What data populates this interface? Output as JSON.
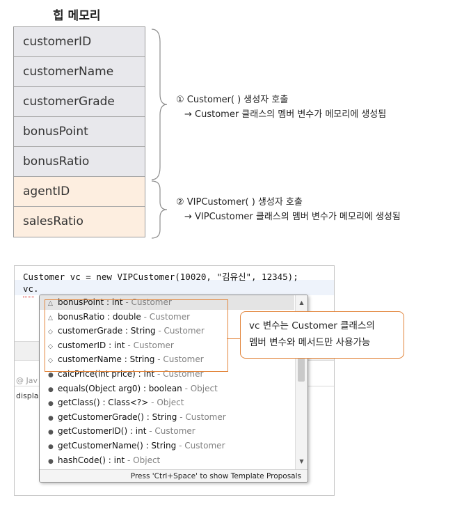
{
  "heap": {
    "title": "힙 메모리",
    "parent_fields": [
      "customerID",
      "customerName",
      "customerGrade",
      "bonusPoint",
      "bonusRatio"
    ],
    "child_fields": [
      "agentID",
      "salesRatio"
    ],
    "parent_note": {
      "line1": "① Customer( ) 생성자 호출",
      "line2": "→ Customer 클래스의 멤버 변수가 메모리에 생성됨"
    },
    "child_note": {
      "line1": "② VIPCustomer( ) 생성자 호출",
      "line2": "→ VIPCustomer 클래스의 멤버 변수가 메모리에 생성됨"
    }
  },
  "ide": {
    "code_line1": "Customer vc = new VIPCustomer(10020, \"김유신\", 12345);",
    "code_line2": "vc.",
    "tab_label": "@ Jav",
    "tab_label2": "displa"
  },
  "assist": {
    "items": [
      {
        "icon": "field-protected-icon",
        "glyph": "△",
        "name": "bonusPoint : int",
        "owner": " - Customer"
      },
      {
        "icon": "field-protected-icon",
        "glyph": "△",
        "name": "bonusRatio : double",
        "owner": " - Customer"
      },
      {
        "icon": "field-private-icon",
        "glyph": "◇",
        "name": "customerGrade : String",
        "owner": " - Customer"
      },
      {
        "icon": "field-private-icon",
        "glyph": "◇",
        "name": "customerID : int",
        "owner": " - Customer"
      },
      {
        "icon": "field-private-icon",
        "glyph": "◇",
        "name": "customerName : String",
        "owner": " - Customer"
      },
      {
        "icon": "method-public-icon",
        "glyph": "●",
        "name": "calcPrice(int price) : int",
        "owner": " - Customer"
      },
      {
        "icon": "method-public-icon",
        "glyph": "●",
        "name": "equals(Object arg0) : boolean",
        "owner": " - Object"
      },
      {
        "icon": "method-public-icon",
        "glyph": "●",
        "name": "getClass() : Class<?>",
        "owner": " - Object"
      },
      {
        "icon": "method-public-icon",
        "glyph": "●",
        "name": "getCustomerGrade() : String",
        "owner": " - Customer"
      },
      {
        "icon": "method-public-icon",
        "glyph": "●",
        "name": "getCustomerID() : int",
        "owner": " - Customer"
      },
      {
        "icon": "method-public-icon",
        "glyph": "●",
        "name": "getCustomerName() : String",
        "owner": " - Customer"
      },
      {
        "icon": "method-public-icon",
        "glyph": "●",
        "name": "hashCode() : int",
        "owner": " - Object"
      }
    ],
    "footer": "Press 'Ctrl+Space' to show Template Proposals",
    "scroll_up_glyph": "▲",
    "scroll_down_glyph": "▼"
  },
  "callout": {
    "line1": "vc 변수는 Customer 클래스의",
    "line2": "멤버 변수와 메서드만 사용가능"
  },
  "colors": {
    "parent_fill": "#e8e8ec",
    "child_fill": "#fdeee0",
    "accent": "#e2843a"
  }
}
